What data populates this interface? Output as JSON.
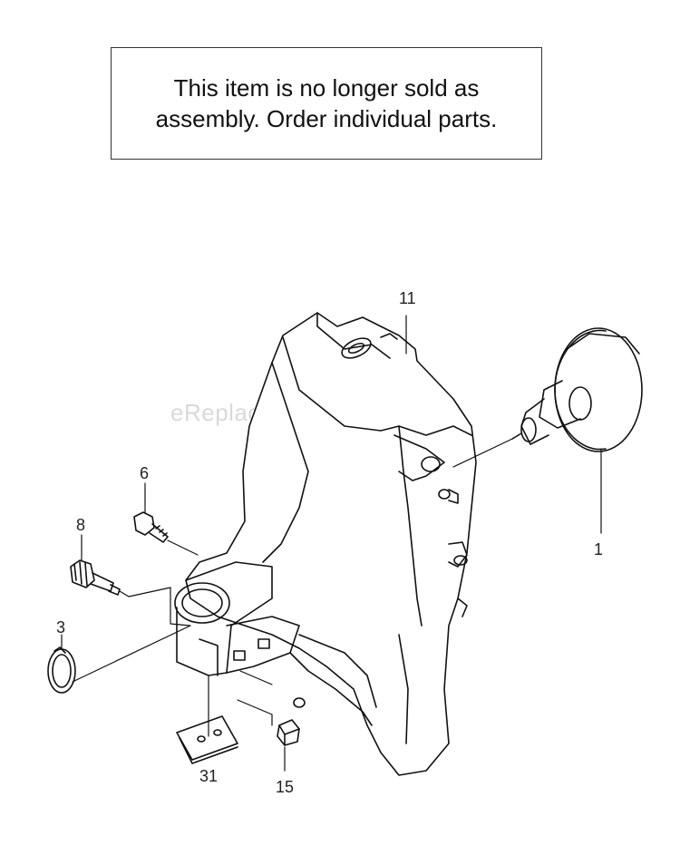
{
  "notice": {
    "line1": "This item is no longer sold as",
    "line2": "assembly. Order individual parts."
  },
  "watermark": "eReplacementParts.com",
  "callouts": {
    "c11": "11",
    "c1": "1",
    "c6": "6",
    "c8": "8",
    "c3": "3",
    "c31": "31",
    "c15": "15"
  }
}
